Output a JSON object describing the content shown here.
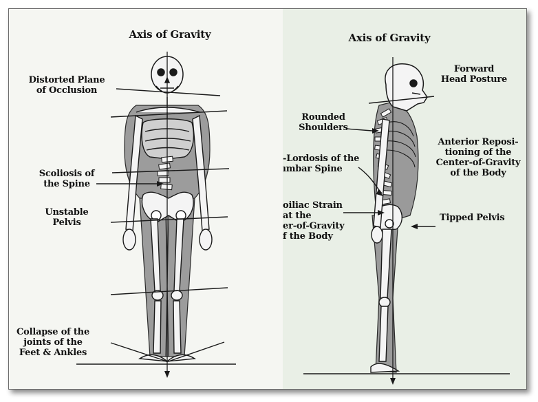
{
  "left_figure": {
    "title": "Axis of Gravity",
    "labels": {
      "occlusion": "Distorted Plane\nof Occlusion",
      "scoliosis": "Scoliosis of\nthe Spine",
      "pelvis": "Unstable\nPelvis",
      "feet": "Collapse of the\njoints of the\nFeet & Ankles"
    }
  },
  "right_figure": {
    "title": "Axis of Gravity",
    "labels": {
      "forward_head": "Forward\nHead Posture",
      "shoulders": "Rounded\nShoulders",
      "anterior": "Anterior Reposi-\ntioning of the\nCenter-of-Gravity\nof the Body",
      "lordosis": "-Lordosis of the\nımbar Spine",
      "strain": "oiliac Strain\nat the\ner-of-Gravity\nf the Body",
      "tipped_pelvis": "Tipped Pelvis"
    }
  },
  "colors": {
    "ink": "#111111",
    "bone": "#f2f2f2",
    "body_shade": "#9a9a9a",
    "background_left": "#f5f6f2",
    "background_right": "#e9efe6"
  }
}
